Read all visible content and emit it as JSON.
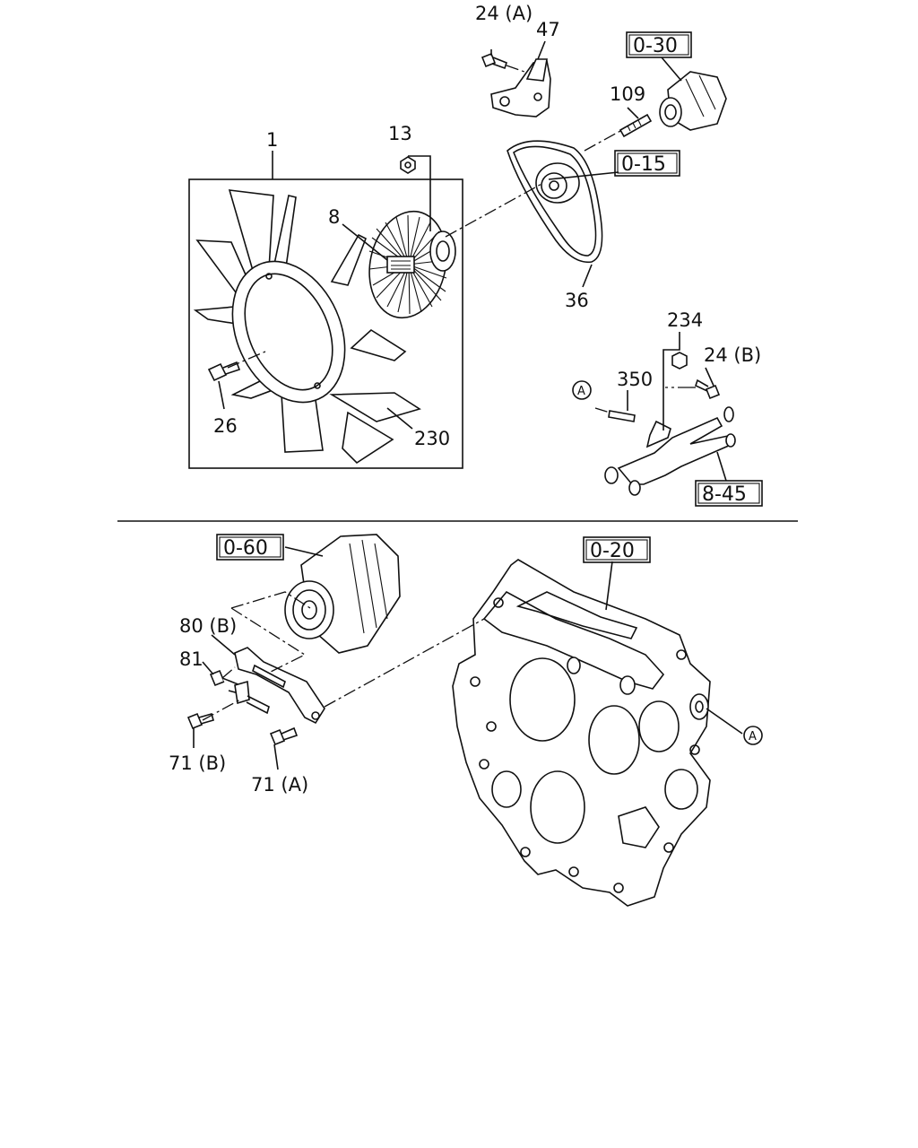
{
  "labels": {
    "p1": "1",
    "p8": "8",
    "p13": "13",
    "p24a": "24 (A)",
    "p47": "47",
    "p109": "109",
    "p36": "36",
    "p234": "234",
    "p24b": "24 (B)",
    "p350": "350",
    "p26": "26",
    "p230": "230",
    "p80b": "80 (B)",
    "p81": "81",
    "p71b": "71 (B)",
    "p71a": "71 (A)"
  },
  "references": {
    "r030": "0-30",
    "r015": "0-15",
    "r845": "8-45",
    "r060": "0-60",
    "r020": "0-20"
  },
  "markers": {
    "a1": "A",
    "a2": "A"
  }
}
